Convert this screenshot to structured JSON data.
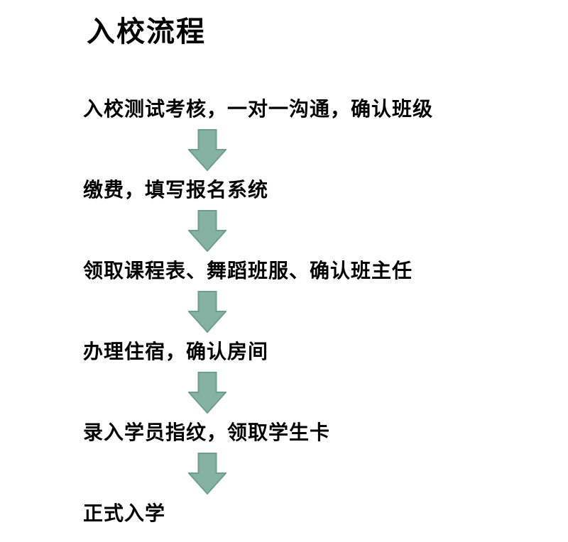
{
  "page": {
    "title": "入校流程",
    "background": "#ffffff",
    "text_color": "#000000"
  },
  "flow": {
    "steps": [
      "入校测试考核，一对一沟通，确认班级",
      "缴费，填写报名系统",
      "领取课程表、舞蹈班服、确认班主任",
      "办理住宿，确认房间",
      "录入学员指纹，领取学生卡",
      "正式入学"
    ],
    "arrow": {
      "direction": "down",
      "fill": "#86B2A3",
      "stroke": "#6D9E8D"
    }
  }
}
